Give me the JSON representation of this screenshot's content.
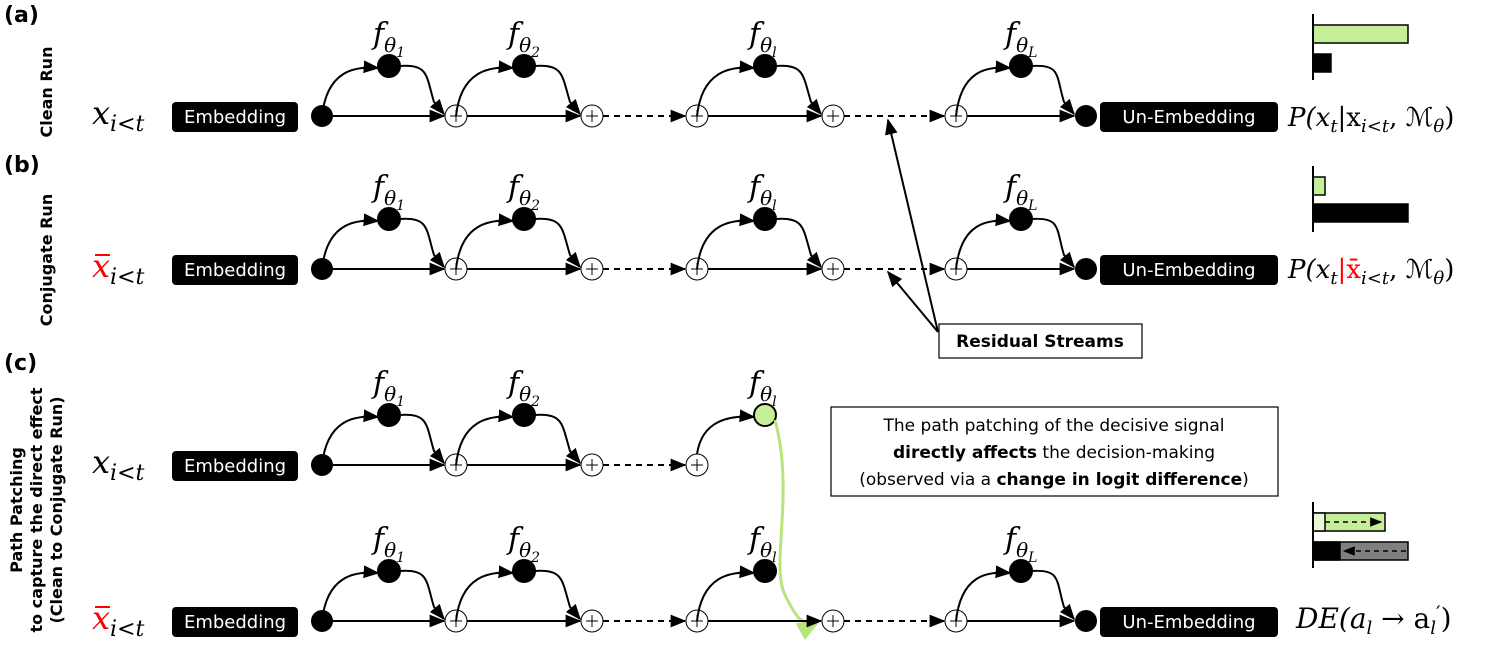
{
  "panels": {
    "a": {
      "label": "(a)",
      "side_label": "Clean Run"
    },
    "b": {
      "label": "(b)",
      "side_label": "Conjugate Run"
    },
    "c": {
      "label": "(c)",
      "side_label_lines": [
        "Path Patching",
        "to capture the direct effect",
        "(Clean to Conjugate Run)"
      ]
    }
  },
  "blocks": {
    "embedding": "Embedding",
    "unembedding": "Un-Embedding"
  },
  "functions": {
    "f": "f",
    "sub": "θ",
    "s1": "1",
    "s2": "2",
    "sl": "l",
    "sL": "L"
  },
  "inputs": {
    "x": "x",
    "sub": "i<t"
  },
  "outputs": {
    "a_prefix": "P(x",
    "a_mid": "|x",
    "a_suffix": ", ℳ",
    "b_prefix": "P(x",
    "b_mid": "|x̄",
    "b_suffix": ", ℳ",
    "t": "t",
    "it": "i<t",
    "theta": "θ",
    "close": ")",
    "c_text": "DE(a",
    "c_arrow": " → a",
    "c_prime": "′",
    "c_close": ")",
    "l": "l"
  },
  "residual_label": "Residual Streams",
  "callout": {
    "line1": "The path patching of the decisive signal",
    "line2_bold": "directly affects",
    "line2_rest": " the decision-making",
    "line3_pre": "(observed via a ",
    "line3_bold": "change in logit difference",
    "line3_post": ")"
  },
  "bar_charts": {
    "a": {
      "green": 0.95,
      "black": 0.18
    },
    "b": {
      "green": 0.12,
      "black": 0.95
    },
    "c": {
      "green_before": 0.12,
      "green_after": 0.72,
      "black_before": 0.95,
      "black_after": 0.27
    }
  },
  "colors": {
    "green": "#c6ef9a",
    "patch_path": "#b7e57a",
    "black": "#000000",
    "grey": "#808080",
    "red": "#ff0000",
    "box": "#000000"
  }
}
